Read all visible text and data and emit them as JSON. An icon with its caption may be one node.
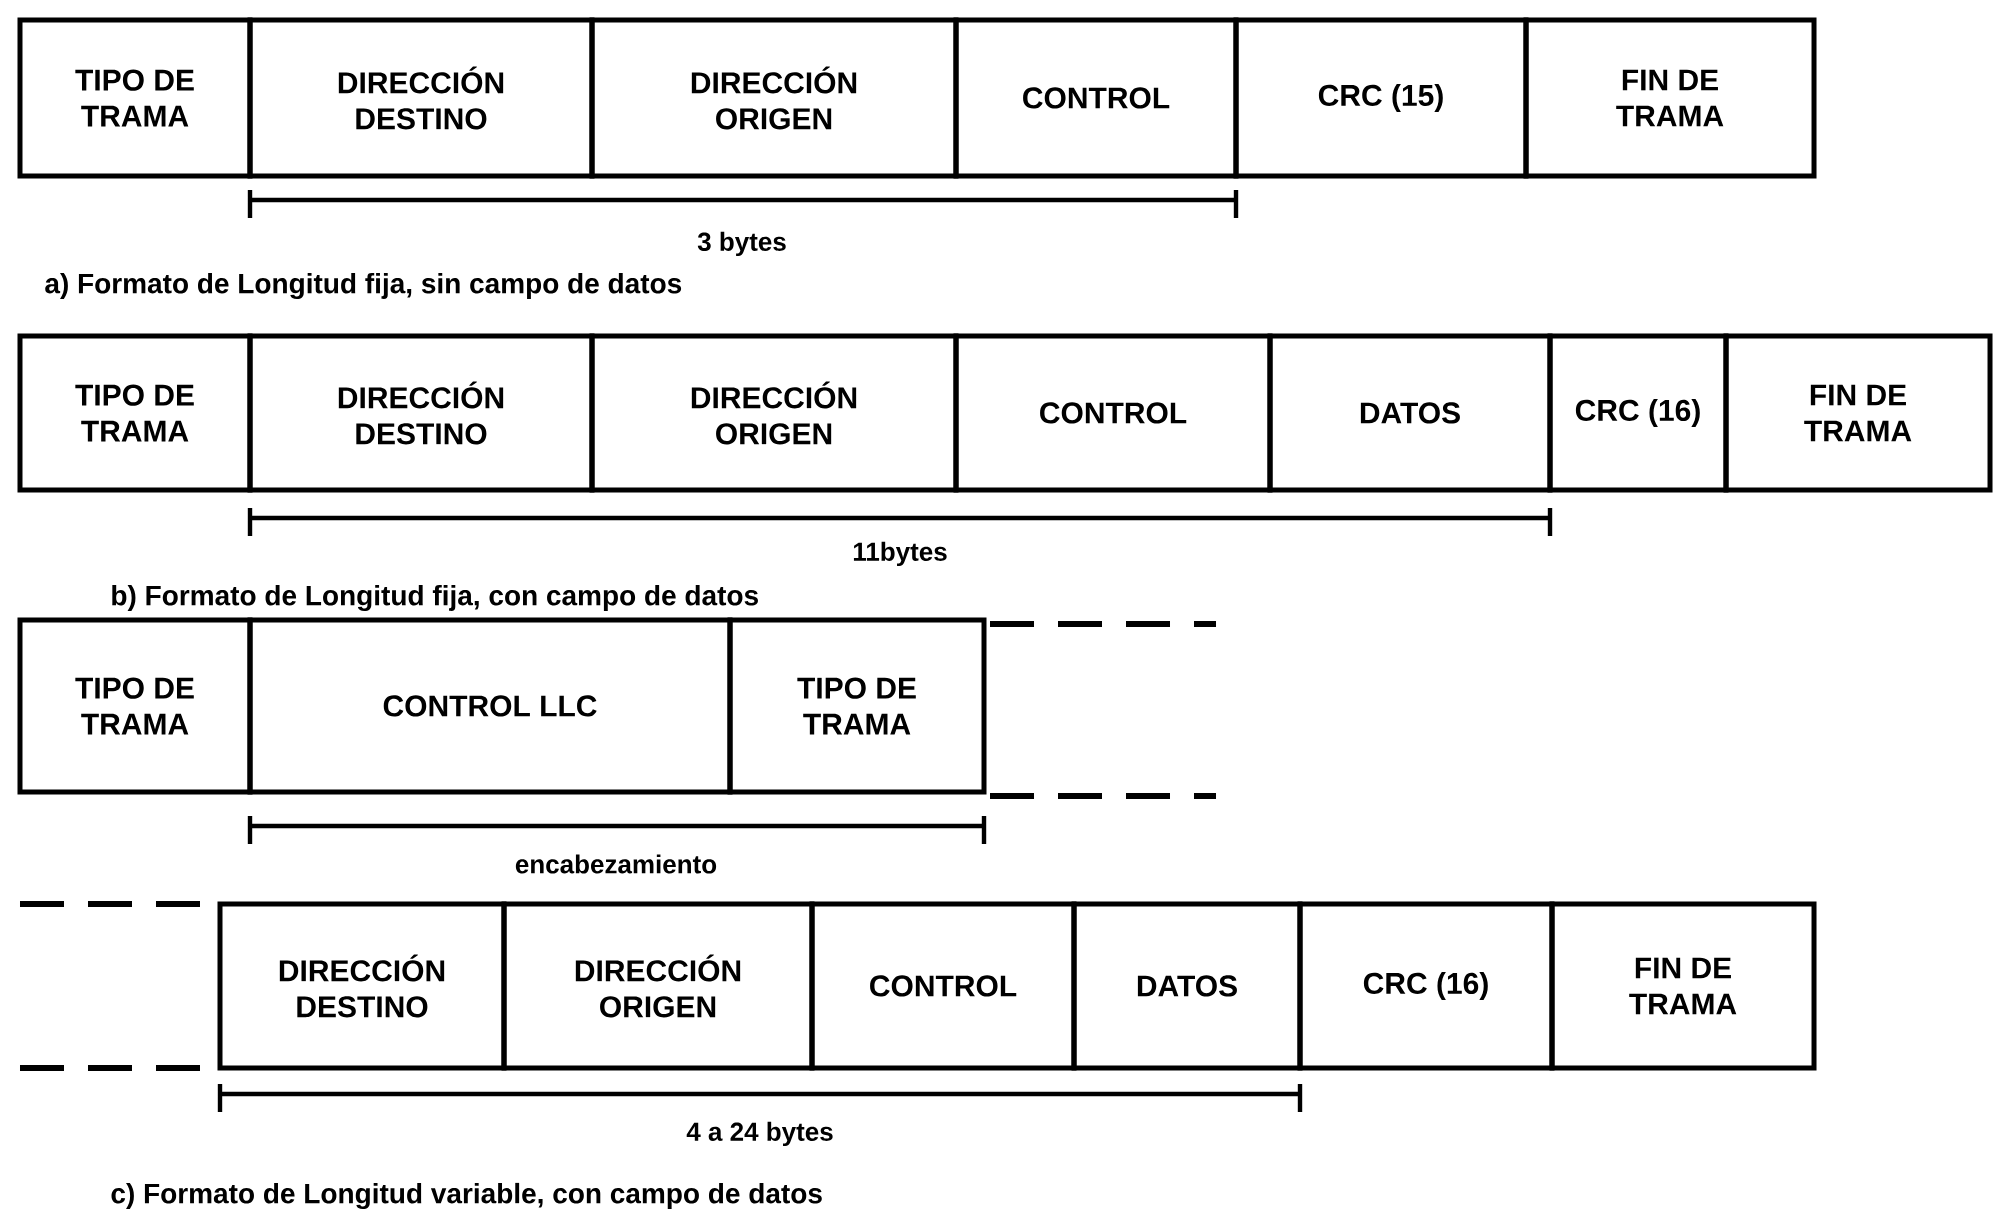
{
  "diagram": {
    "nodes": [
      {
        "text": [
          "TIPO DE TRAMA"
        ]
      },
      {
        "text": [
          "DIRECCIÓN DESTINO"
        ]
      },
      {
        "text": [
          "DIRECCIÓN ORIGEN"
        ]
      },
      {
        "text": [
          "CONTROL"
        ]
      },
      {
        "text": [
          "CRC (15)"
        ]
      },
      {
        "text": [
          "FIN DE TRAMA"
        ]
      },
      {
        "text": [
          "TIPO DE TRAMA"
        ]
      },
      {
        "text": [
          "DIRECCIÓN DESTINO"
        ]
      },
      {
        "text": [
          "DIRECCIÓN ORIGEN"
        ]
      },
      {
        "text": [
          "CONTROL"
        ]
      },
      {
        "text": [
          "DATOS"
        ]
      },
      {
        "text": [
          "CRC (16)"
        ]
      },
      {
        "text": [
          "FIN DE TRAMA"
        ]
      },
      {
        "text": [
          "TIPO DE TRAMA"
        ]
      },
      {
        "text": [
          "CONTROL LLC"
        ]
      },
      {
        "text": [
          "TIPO DE TRAMA"
        ]
      },
      {
        "text": [
          "DIRECCIÓN DESTINO"
        ]
      },
      {
        "text": [
          "DIRECCIÓN ORIGEN"
        ]
      },
      {
        "text": [
          "CONTROL"
        ]
      },
      {
        "text": [
          "DATOS"
        ]
      },
      {
        "text": [
          "CRC (16)"
        ]
      },
      {
        "text": [
          "FIN DE TRAMA"
        ]
      }
    ],
    "labels": [
      "3 bytes",
      "a) Formato de Longitud fija, sin campo de datos",
      "11bytes",
      "b) Formato de Longitud fija, con campo de datos",
      "encabezamiento",
      "4 a 24 bytes",
      "c) Formato de Longitud variable, con campo de datos"
    ]
  }
}
